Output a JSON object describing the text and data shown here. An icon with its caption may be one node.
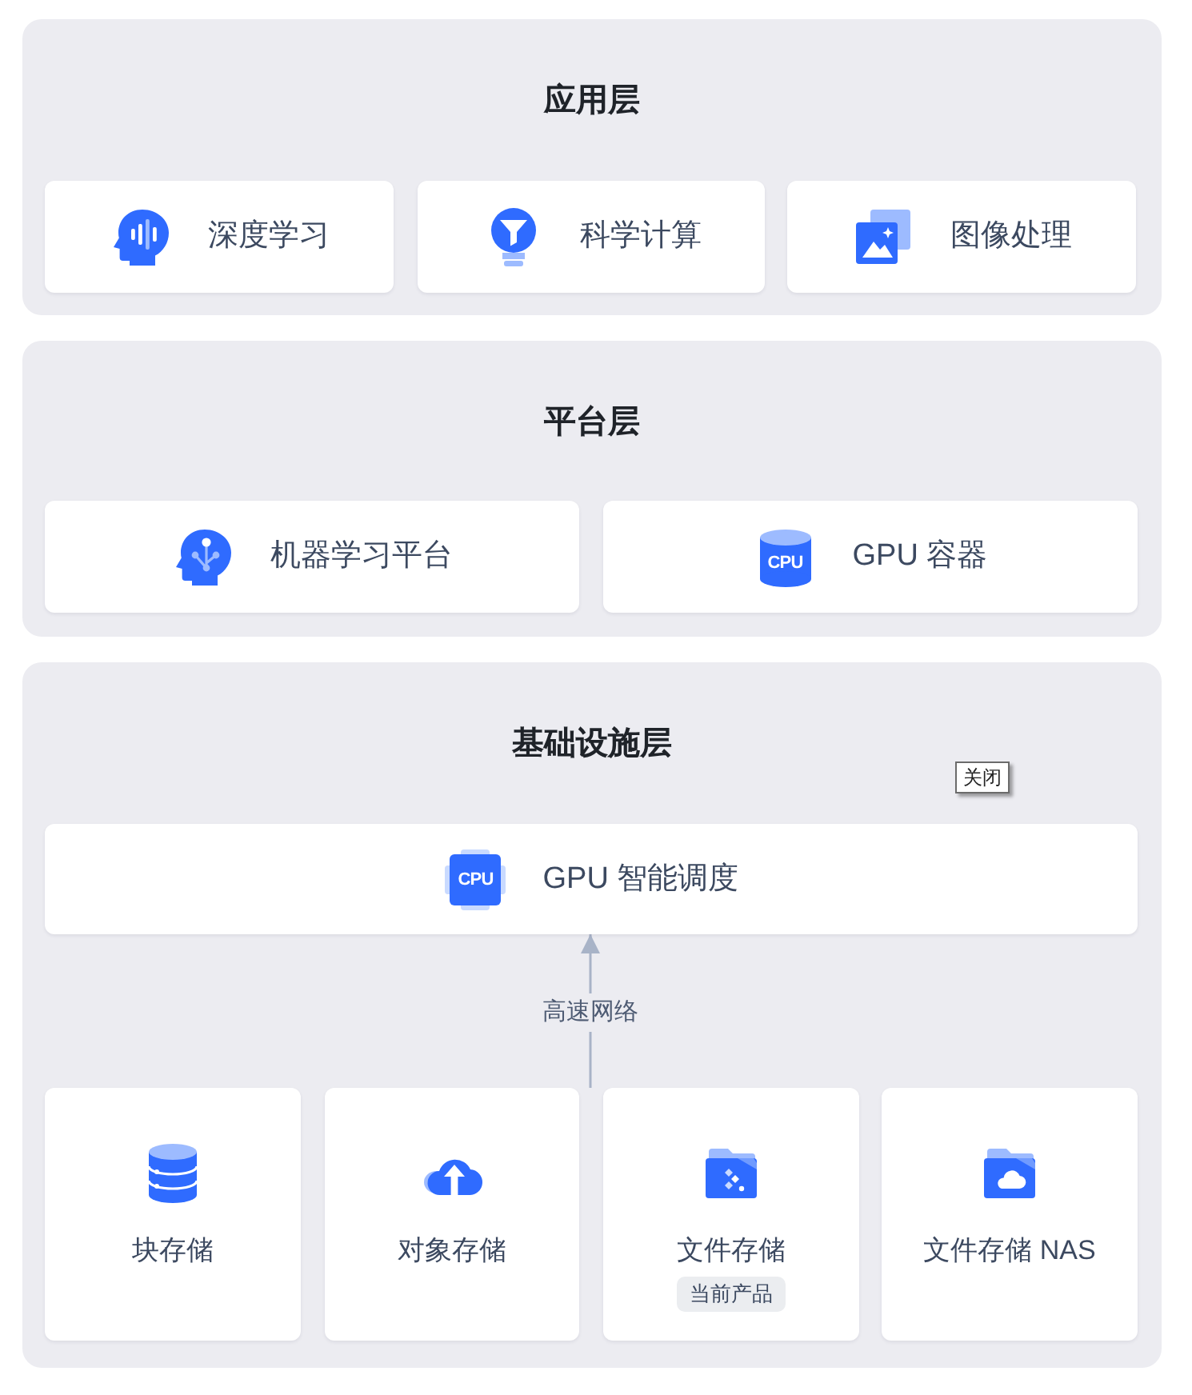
{
  "diagram": {
    "nodes": [
      {
        "text": [
          "应用层"
        ]
      },
      {
        "text": [
          "深度学习"
        ],
        "in": 0
      },
      {
        "text": [
          "科学计算"
        ],
        "in": 0
      },
      {
        "text": [
          "图像处理"
        ],
        "in": 0
      },
      {
        "text": [
          "平台层"
        ]
      },
      {
        "text": [
          "机器学习平台"
        ],
        "in": 4
      },
      {
        "text": [
          "GPU 容器"
        ],
        "in": 4
      },
      {
        "text": [
          "基础设施层"
        ]
      },
      {
        "text": [
          "GPU 智能调度"
        ],
        "in": 7
      },
      {
        "text": [
          "块存储"
        ],
        "in": 7
      },
      {
        "text": [
          "对象存储"
        ],
        "in": 7
      },
      {
        "text": [
          "文件存储",
          "当前产品"
        ],
        "in": 7
      },
      {
        "text": [
          "文件存储 NAS"
        ],
        "in": 7
      }
    ],
    "edges": [
      {
        "from": 10,
        "to": 8,
        "arrow": "to",
        "label": "高速网络"
      }
    ],
    "labels": [
      "CPU",
      "关闭",
      "CPU"
    ]
  }
}
